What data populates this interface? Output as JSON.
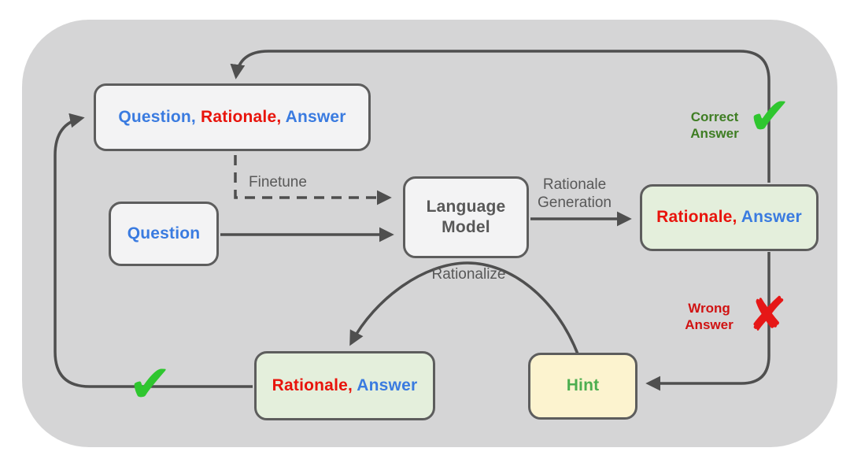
{
  "palette": {
    "panel_bg": "#d5d5d6",
    "node_bg": "#f3f3f4",
    "node_green_bg": "#e4efdc",
    "node_yellow_bg": "#fcf3cf",
    "node_border": "#5d5d5d",
    "line_gray": "#4f4f4f",
    "text_gray": "#585858",
    "blue": "#3a7be0",
    "red": "#e8140c",
    "correct_green": "#3e7d23",
    "wrong_red": "#d01212",
    "hint_green": "#4cae4f",
    "check_green": "#2fc62f",
    "x_red": "#e61717"
  },
  "nodes": {
    "qra_top": {
      "question": "Question, ",
      "rationale": "Rationale, ",
      "answer": "Answer"
    },
    "question": {
      "label": "Question"
    },
    "language_model": {
      "line1": "Language",
      "line2": "Model"
    },
    "ra_right": {
      "rationale": "Rationale, ",
      "answer": "Answer"
    },
    "ra_bottom": {
      "rationale": "Rationale, ",
      "answer": "Answer"
    },
    "hint": {
      "label": "Hint"
    }
  },
  "edges": {
    "finetune": {
      "label": "Finetune"
    },
    "rationale_generation": {
      "line1": "Rationale",
      "line2": "Generation"
    },
    "rationalize": {
      "label": "Rationalize"
    },
    "correct": {
      "line1": "Correct",
      "line2": "Answer",
      "mark": "✔"
    },
    "wrong": {
      "line1": "Wrong",
      "line2": "Answer",
      "mark": "✘"
    },
    "loop_success": {
      "mark": "✔"
    }
  }
}
